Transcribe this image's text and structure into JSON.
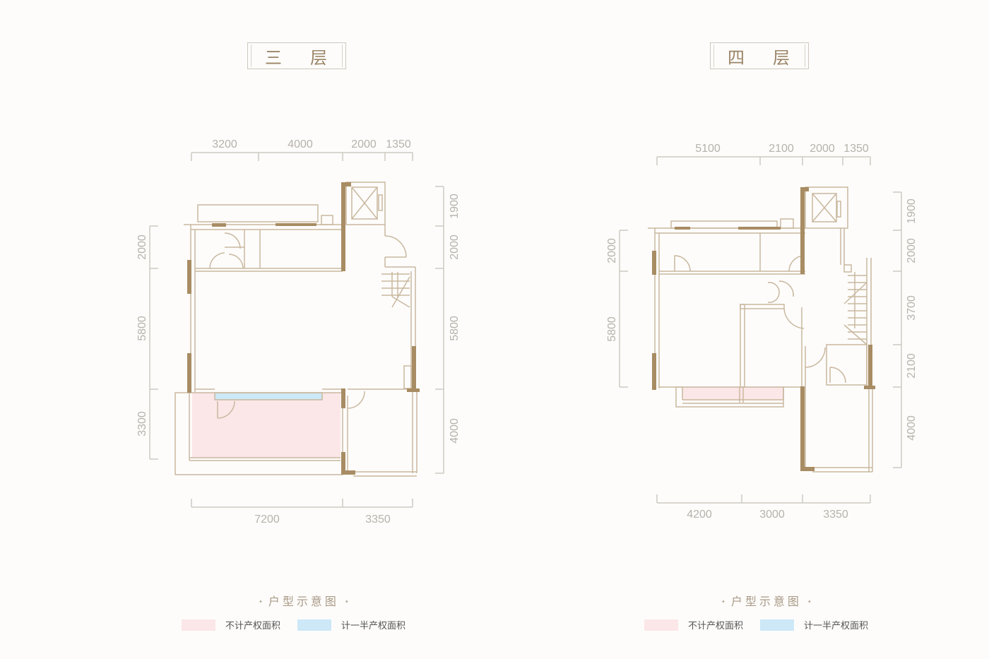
{
  "colors": {
    "wall_structural": "#a88c63",
    "wall_line": "#c9b89e",
    "dim_line": "#cfcac2",
    "dim_text": "#b7b2ab",
    "not_counted_area": "#fbe6e8",
    "half_counted_area": "#cde8f7",
    "title_text": "#9a8466"
  },
  "floors": [
    {
      "title_left": "三",
      "title_right": "层",
      "dims_top": [
        "3200",
        "4000",
        "2000",
        "1350"
      ],
      "dims_bottom": [
        "7200",
        "3350"
      ],
      "dims_left": [
        "2000",
        "5800",
        "3300"
      ],
      "dims_right": [
        "1900",
        "2000",
        "5800",
        "4000"
      ],
      "legend": {
        "title": "户型示意图",
        "items": [
          {
            "label": "不计产权面积",
            "color": "#fbe6e8"
          },
          {
            "label": "计一半产权面积",
            "color": "#cde8f7"
          }
        ]
      }
    },
    {
      "title_left": "四",
      "title_right": "层",
      "dims_top": [
        "5100",
        "2100",
        "2000",
        "1350"
      ],
      "dims_bottom": [
        "4200",
        "3000",
        "3350"
      ],
      "dims_left": [
        "2000",
        "5800"
      ],
      "dims_right": [
        "1900",
        "2000",
        "3700",
        "2100",
        "4000"
      ],
      "legend": {
        "title": "户型示意图",
        "items": [
          {
            "label": "不计产权面积",
            "color": "#fbe6e8"
          },
          {
            "label": "计一半产权面积",
            "color": "#cde8f7"
          }
        ]
      }
    }
  ]
}
